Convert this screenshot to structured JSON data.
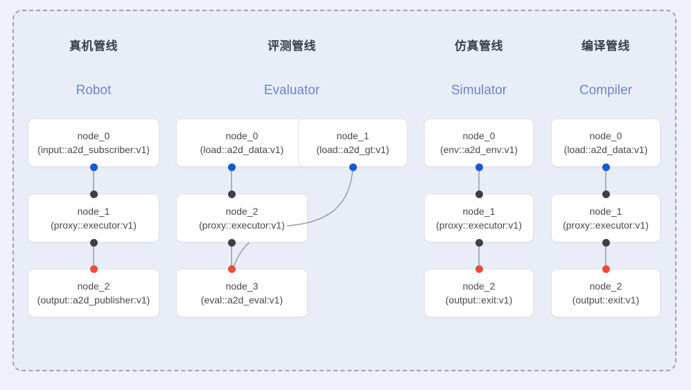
{
  "diagram": {
    "background_color": "#eef1fa",
    "panel_color": "#e8edf8",
    "border_color": "#9aa2b0",
    "title_color": "#3a3f4b",
    "subtitle_color": "#6e84cb",
    "port_colors": {
      "input": "#1a56d6",
      "middle": "#3c3f46",
      "output": "#f04a32"
    }
  },
  "columns": [
    {
      "title": "真机管线",
      "subtitle": "Robot",
      "nodes": [
        {
          "name": "node_0",
          "type": "(input::a2d_subscriber:v1)"
        },
        {
          "name": "node_1",
          "type": "(proxy::executor:v1)"
        },
        {
          "name": "node_2",
          "type": "(output::a2d_publisher:v1)"
        }
      ]
    },
    {
      "title": "评测管线",
      "subtitle": "Evaluator",
      "nodes": [
        {
          "name": "node_0",
          "type": "(load::a2d_data:v1)"
        },
        {
          "name": "node_2",
          "type": "(proxy::executor:v1)"
        },
        {
          "name": "node_3",
          "type": "(eval::a2d_eval:v1)"
        },
        {
          "name": "node_1",
          "type": "(load::a2d_gt:v1)"
        }
      ]
    },
    {
      "title": "仿真管线",
      "subtitle": "Simulator",
      "nodes": [
        {
          "name": "node_0",
          "type": "(env::a2d_env:v1)"
        },
        {
          "name": "node_1",
          "type": "(proxy::executor:v1)"
        },
        {
          "name": "node_2",
          "type": "(output::exit:v1)"
        }
      ]
    },
    {
      "title": "编译管线",
      "subtitle": "Compiler",
      "nodes": [
        {
          "name": "node_0",
          "type": "(load::a2d_data:v1)"
        },
        {
          "name": "node_1",
          "type": "(proxy::executor:v1)"
        },
        {
          "name": "node_2",
          "type": "(output::exit:v1)"
        }
      ]
    }
  ]
}
